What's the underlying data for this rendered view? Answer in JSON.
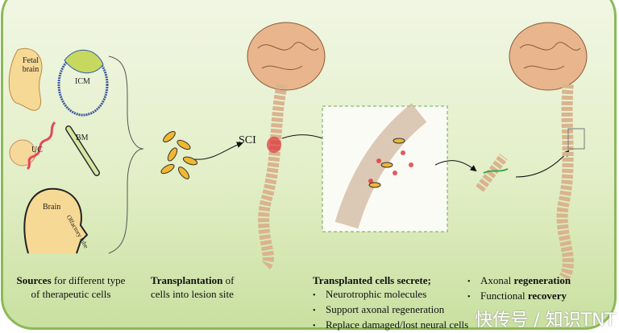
{
  "sources": {
    "labels": {
      "fetal_brain": "Fetal brain",
      "icm": "ICM",
      "uc": "UC",
      "bm": "BM",
      "brain": "Brain",
      "olfactory": "Olfactory tube"
    },
    "caption_bold": "Sources",
    "caption_rest": " for different type of therapeutic cells"
  },
  "transplant": {
    "caption_bold": "Transplantation",
    "caption_rest": " of cells into lesion site"
  },
  "sci_label": "SCI",
  "secrete": {
    "heading": "Transplanted cells secrete;",
    "items": [
      "Neurotrophic molecules",
      "Support axonal regeneration",
      "Replace damaged/lost neural cells"
    ]
  },
  "outcomes": [
    {
      "pre": "Axonal ",
      "bold": "regeneration"
    },
    {
      "pre": "Functional ",
      "bold": "recovery"
    }
  ],
  "watermark": "快传号 / 知识TNT",
  "colors": {
    "panel_border": "#8bb958",
    "brain": "#e8b58c",
    "spine": "#d9b48e",
    "cell": "#f1b731",
    "lesion": "#e0303a"
  }
}
